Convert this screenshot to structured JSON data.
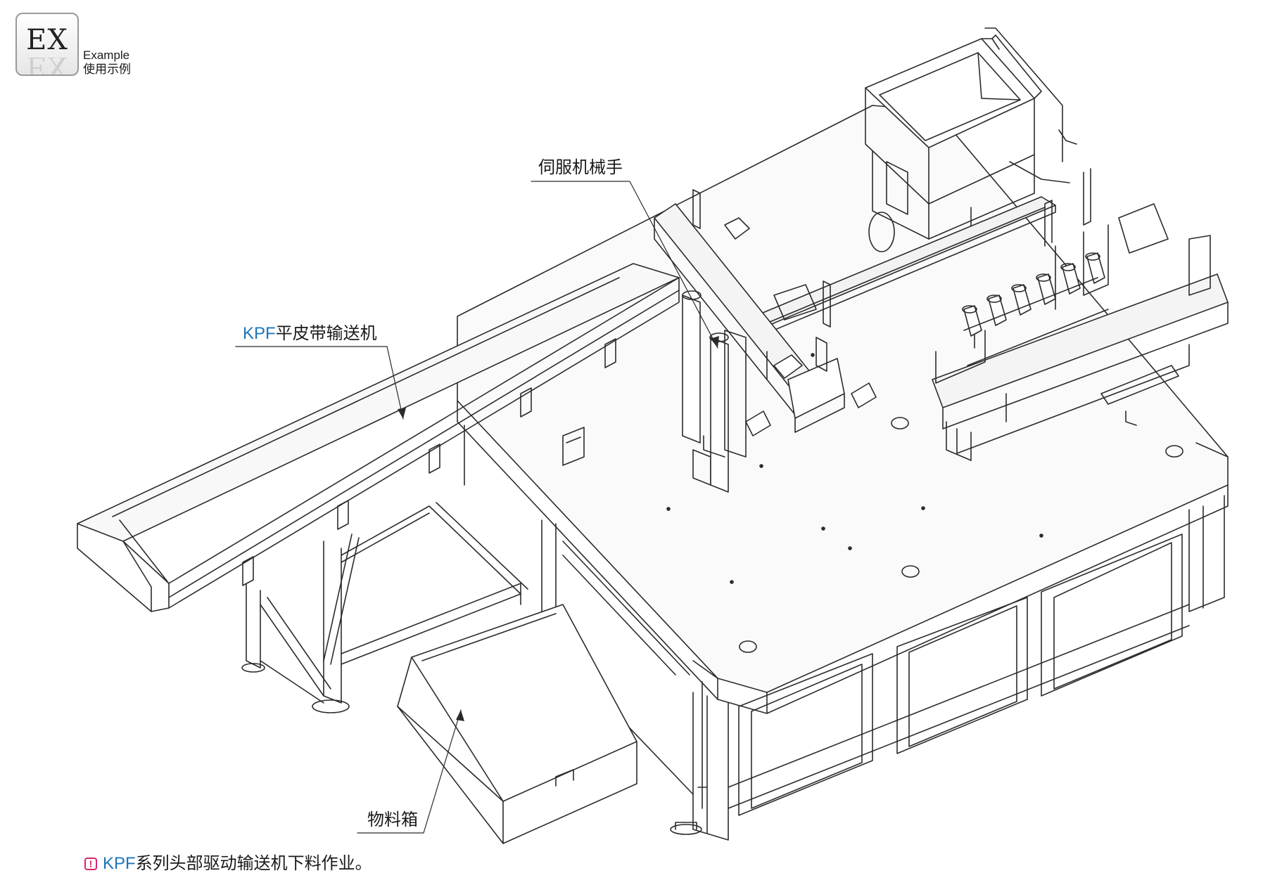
{
  "badge": {
    "code": "EX",
    "label_en": "Example",
    "label_cn": "使用示例"
  },
  "callouts": {
    "servo_manipulator": "伺服机械手",
    "conveyor_prefix": "KPF",
    "conveyor_suffix": "平皮带输送机",
    "material_box": "物料箱"
  },
  "caption": {
    "icon": "exclamation-note-icon",
    "prefix": "KPF",
    "text": "系列头部驱动输送机下料作业。"
  },
  "colors": {
    "accent": "#1b75bb",
    "note_icon": "#d6246e",
    "line": "#2b2b2b"
  }
}
